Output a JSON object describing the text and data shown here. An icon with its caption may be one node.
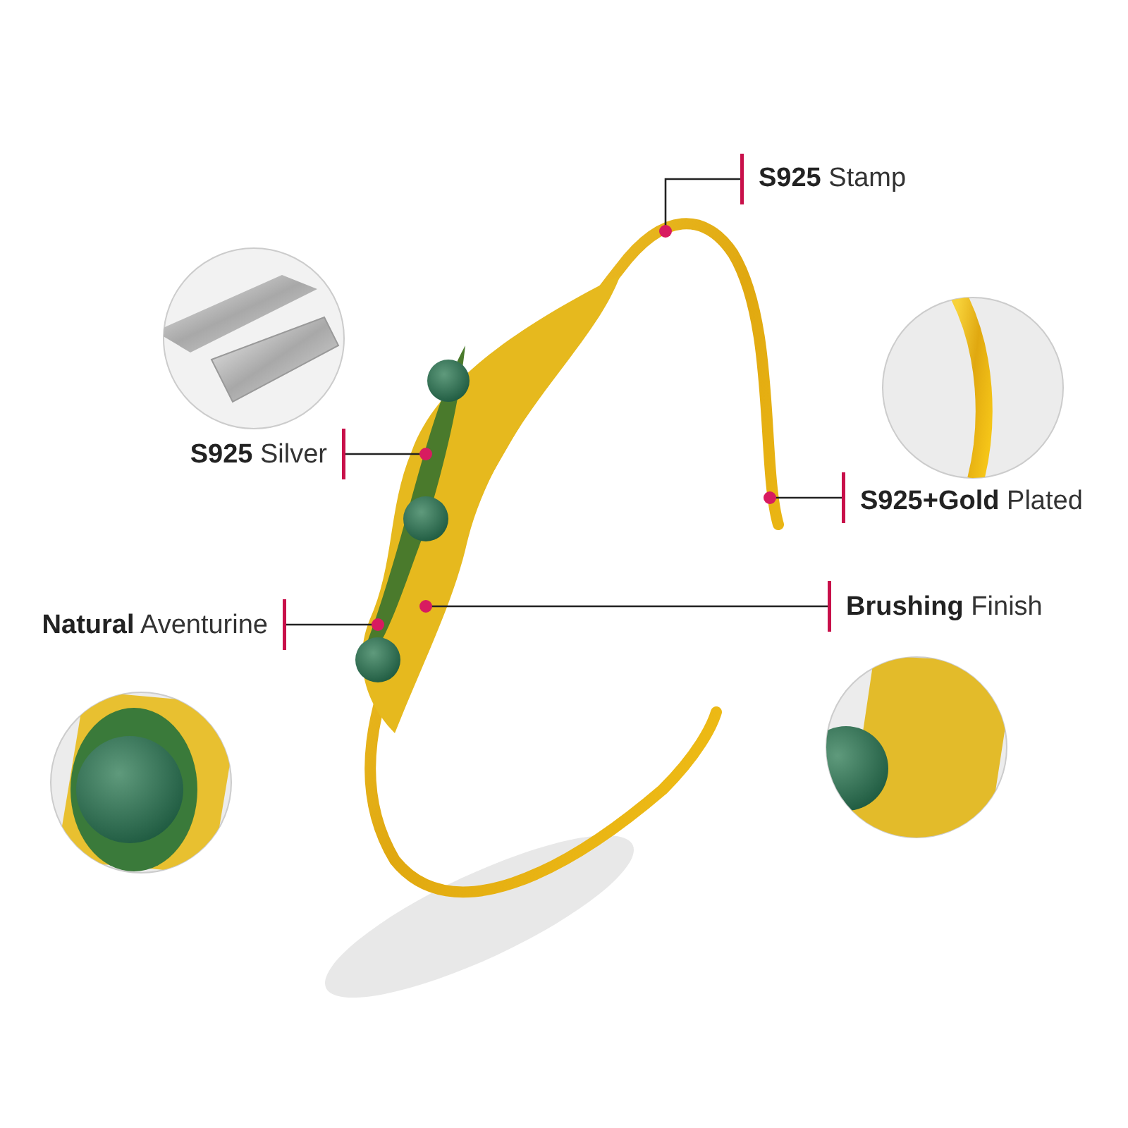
{
  "diagram": {
    "nodes": [
      {
        "text": [
          "**S925** Stamp"
        ]
      },
      {
        "text": [
          "**S925** Silver"
        ]
      },
      {
        "text": [
          "**S925+Gold** Plated"
        ]
      },
      {
        "text": [
          "**Natural** Aventurine"
        ]
      },
      {
        "text": [
          "**Brushing** Finish"
        ]
      }
    ],
    "edges": [
      {
        "from": 0,
        "to": null,
        "arrow": "other"
      },
      {
        "from": 1,
        "to": null,
        "arrow": "other"
      },
      {
        "from": 2,
        "to": null,
        "arrow": "other"
      },
      {
        "from": 3,
        "to": null,
        "arrow": "other"
      },
      {
        "from": 4,
        "to": null,
        "arrow": "other"
      }
    ]
  }
}
